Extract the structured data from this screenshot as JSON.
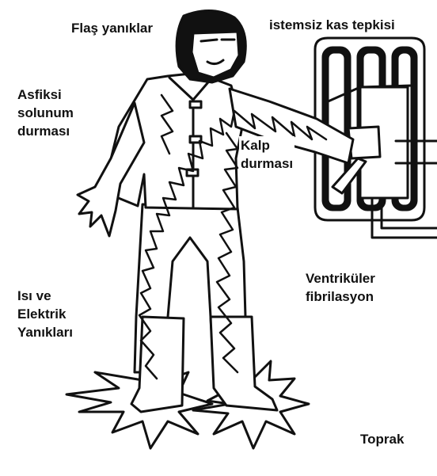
{
  "labels": {
    "flash_burns": "Flaş yanıklar",
    "involuntary_muscle": "istemsiz kas tepkisi",
    "asphyxia": "Asfiksi\nsolunum\ndurması",
    "cardiac_arrest": "Kalp\ndurması",
    "heat_electric_burns": "Isı ve\nElektrik\nYanıkları",
    "ventricular_fibrillation": "Ventriküler\nfibrilasyon",
    "ground": "Toprak"
  },
  "colors": {
    "ink": "#111111",
    "background": "#ffffff"
  }
}
